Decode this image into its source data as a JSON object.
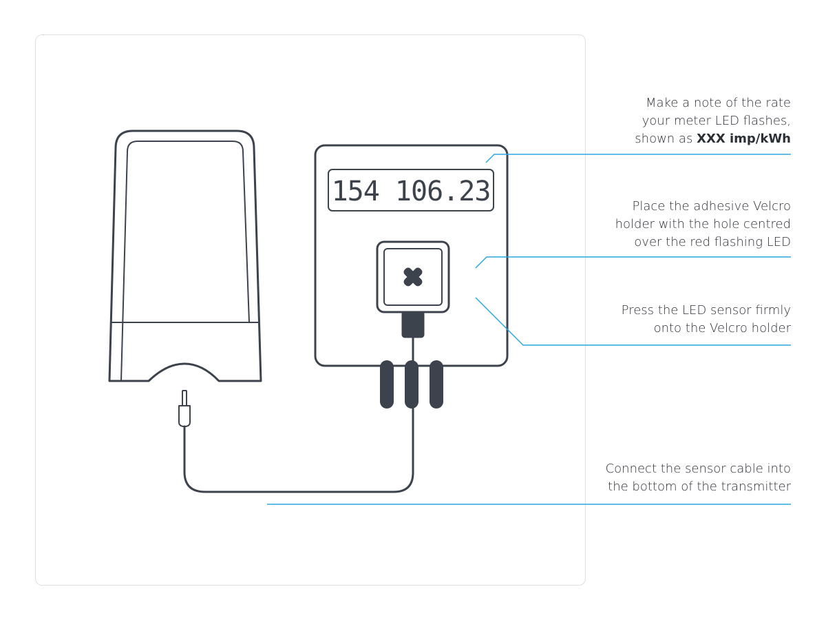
{
  "meter": {
    "display_reading": "154 106.23"
  },
  "callouts": [
    {
      "lines": [
        "Make a note of the rate",
        "your meter LED flashes,"
      ],
      "last_line_prefix": "shown as ",
      "last_line_bold": "XXX imp/kWh"
    },
    {
      "lines": [
        "Place the adhesive Velcro",
        "holder with the hole centred",
        "over the red flashing LED"
      ]
    },
    {
      "lines": [
        "Press the LED sensor firmly",
        "onto the Velcro holder"
      ]
    },
    {
      "lines": [
        "Connect the sensor cable into",
        "the bottom of the transmitter"
      ]
    }
  ],
  "colors": {
    "outline": "#3c434c",
    "leader_line": "#2aa7df",
    "text": "#2b2f36",
    "panel_border": "#dcdfe3"
  }
}
